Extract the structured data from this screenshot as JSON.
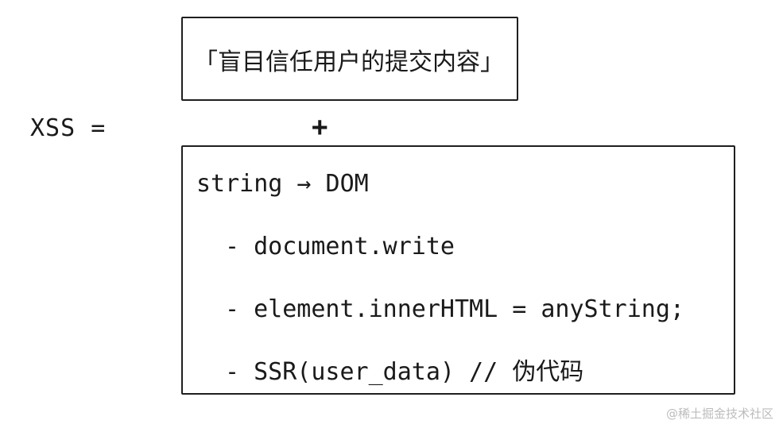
{
  "equation": {
    "lhs": "XSS =",
    "operator": "+"
  },
  "top_box": {
    "text": "「盲目信任用户的提交内容」"
  },
  "bottom_box": {
    "lines": [
      "string → DOM",
      "- document.write",
      "- element.innerHTML = anyString;",
      "- SSR(user_data) // 伪代码"
    ]
  },
  "watermark": "@稀土掘金技术社区"
}
